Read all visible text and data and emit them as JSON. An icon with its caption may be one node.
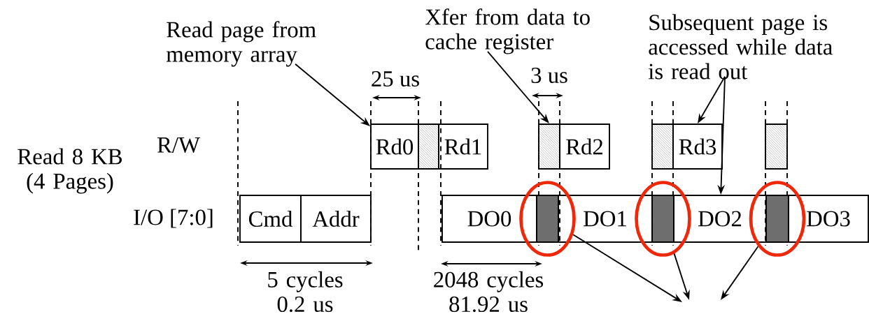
{
  "diagram": {
    "nodes": [
      {
        "text": [
          "Read page from memory array"
        ]
      },
      {
        "text": [
          "Xfer from data to cache register"
        ]
      },
      {
        "text": [
          "Subsequent page is accessed while data is read out"
        ]
      },
      {
        "text": [
          "Rd0"
        ]
      },
      {
        "text": [],
        "shape": "box"
      },
      {
        "text": [
          "Rd1"
        ]
      },
      {
        "text": [],
        "shape": "box"
      },
      {
        "text": [
          "Rd2"
        ]
      },
      {
        "text": [],
        "shape": "box"
      },
      {
        "text": [
          "Rd3"
        ]
      },
      {
        "text": [],
        "shape": "box"
      },
      {
        "text": [
          "Cmd"
        ]
      },
      {
        "text": [
          "Addr"
        ]
      },
      {
        "text": [
          "DO0"
        ]
      },
      {
        "text": [],
        "shape": "bar",
        "in": 20
      },
      {
        "text": [
          "DO1"
        ]
      },
      {
        "text": [],
        "shape": "bar",
        "in": 21
      },
      {
        "text": [
          "DO2"
        ]
      },
      {
        "text": [],
        "shape": "bar",
        "in": 22
      },
      {
        "text": [
          "DO3"
        ]
      },
      {
        "text": [],
        "shape": "ellipse"
      },
      {
        "text": [],
        "shape": "ellipse"
      },
      {
        "text": [],
        "shape": "ellipse"
      }
    ],
    "edges": [
      {
        "from": 0,
        "to": 3,
        "arrow": "to"
      },
      {
        "from": 1,
        "to": 6,
        "arrow": "to"
      },
      {
        "from": 2,
        "to": 9,
        "arrow": "to"
      },
      {
        "from": 2,
        "to": 17,
        "arrow": "to"
      },
      {
        "from": 20,
        "to": null,
        "arrow": "to"
      },
      {
        "from": 21,
        "to": null,
        "arrow": "to"
      },
      {
        "from": 22,
        "to": null,
        "arrow": "to"
      }
    ],
    "labels": [
      "25 us",
      "3 us",
      "R/W",
      "Read 8 KB (4 Pages)",
      "I/O [7:0]",
      "5 cycles 0.2 us",
      "2048 cycles 81.92 us"
    ]
  }
}
